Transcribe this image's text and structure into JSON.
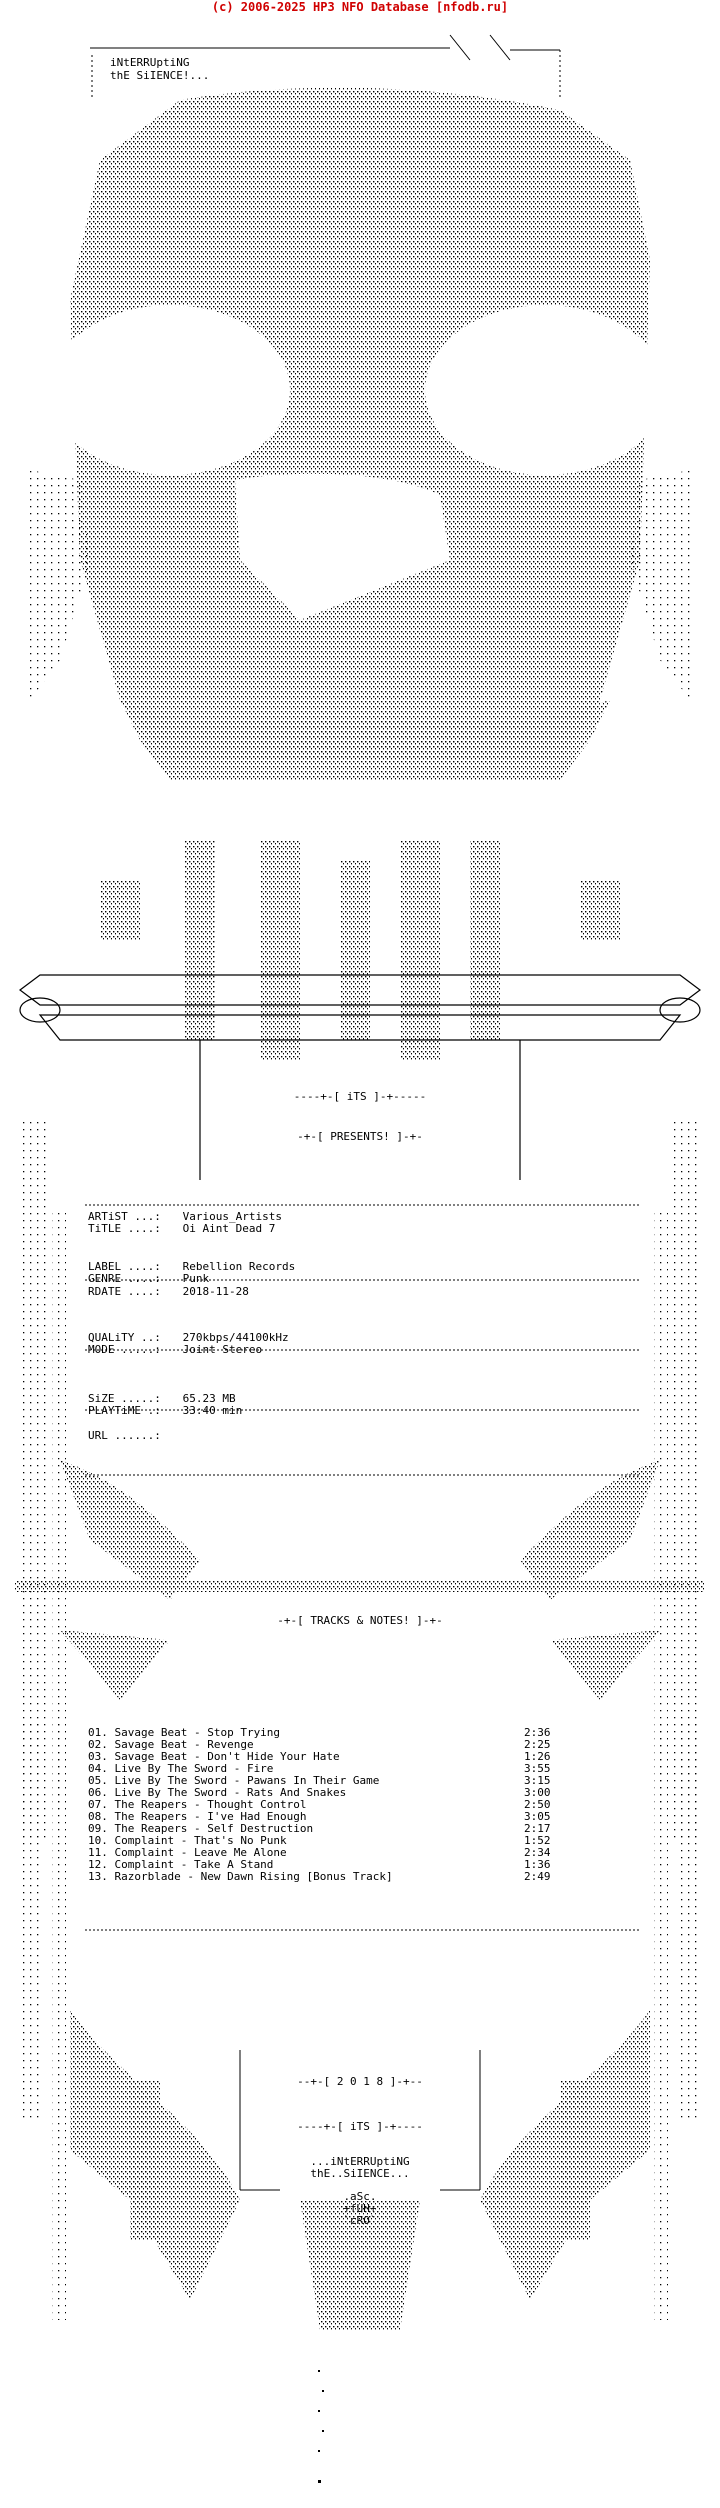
{
  "header": {
    "copyright": "(c) 2006-2025 HP3 NFO Database [nfodb.ru]"
  },
  "intro": {
    "line1": "iNtERRUptiNG",
    "line2": "thE SiIENCE!..."
  },
  "banners": {
    "its": "----+-[ iTS ]-+-----",
    "presents": "-+-[ PRESENTS! ]-+-",
    "tracks": "-+-[ TRACKS & NOTES! ]-+-",
    "year": "--+-[ 2 0 1 8 ]-+--",
    "its2": "----+-[ iTS ]-+----",
    "footer1": "...iNtERRUptiNG",
    "footer2": "thE..SiIENCE...",
    "sig1": ".aSc.",
    "sig2": "+fUH+",
    "sig3": "`cRO`"
  },
  "release": {
    "artist_label": "ARTiST ...:",
    "artist": "Various_Artists",
    "title_label": "TiTLE ....:",
    "title": "Oi Aint Dead 7",
    "label_label": "LABEL ....:",
    "label": "Rebellion Records",
    "genre_label": "GENRE ....:",
    "genre": "Punk",
    "rdate_label": "RDATE ....:",
    "rdate": "2018-11-28",
    "quality_label": "QUALiTY ..:",
    "quality": "270kbps/44100kHz",
    "mode_label": "MODE .....:",
    "mode": "Joint Stereo",
    "size_label": "SiZE .....:",
    "size": "65.23 MB",
    "playtime_label": "PLAYTiME .:",
    "playtime": "33:40 min",
    "url_label": "URL ......:"
  },
  "tracks": [
    {
      "title": "01. Savage Beat - Stop Trying",
      "duration": "2:36"
    },
    {
      "title": "02. Savage Beat - Revenge",
      "duration": "2:25"
    },
    {
      "title": "03. Savage Beat - Don't Hide Your Hate",
      "duration": "1:26"
    },
    {
      "title": "04. Live By The Sword - Fire",
      "duration": "3:55"
    },
    {
      "title": "05. Live By The Sword - Pawans In Their Game",
      "duration": "3:15"
    },
    {
      "title": "06. Live By The Sword - Rats And Snakes",
      "duration": "3:00"
    },
    {
      "title": "07. The Reapers - Thought Control",
      "duration": "2:50"
    },
    {
      "title": "08. The Reapers - I've Had Enough",
      "duration": "3:05"
    },
    {
      "title": "09. The Reapers - Self Destruction",
      "duration": "2:17"
    },
    {
      "title": "10. Complaint - That's No Punk",
      "duration": "1:52"
    },
    {
      "title": "11. Complaint - Leave Me Alone",
      "duration": "2:34"
    },
    {
      "title": "12. Complaint - Take A Stand",
      "duration": "1:36"
    },
    {
      "title": "13. Razorblade - New Dawn Rising [Bonus Track]",
      "duration": "2:49"
    }
  ]
}
